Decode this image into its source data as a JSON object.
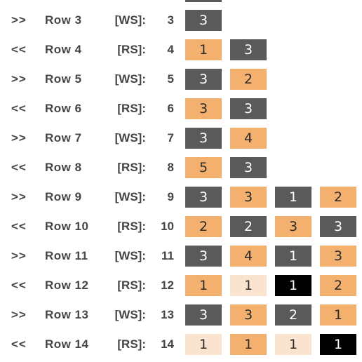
{
  "rows": [
    {
      "dir": ">>",
      "name": "Row 3",
      "side": "[WS]:",
      "num": "3",
      "cells": [
        {
          "v": "3",
          "c": "dark"
        }
      ]
    },
    {
      "dir": "<<",
      "name": "Row 4",
      "side": "[RS]:",
      "num": "4",
      "cells": [
        {
          "v": "1",
          "c": "orange"
        },
        {
          "v": "3",
          "c": "dark"
        }
      ]
    },
    {
      "dir": ">>",
      "name": "Row 5",
      "side": "[WS]:",
      "num": "5",
      "cells": [
        {
          "v": "3",
          "c": "dark"
        },
        {
          "v": "2",
          "c": "orange"
        }
      ]
    },
    {
      "dir": "<<",
      "name": "Row 6",
      "side": "[RS]:",
      "num": "6",
      "cells": [
        {
          "v": "3",
          "c": "orange"
        },
        {
          "v": "3",
          "c": "dark"
        }
      ]
    },
    {
      "dir": ">>",
      "name": "Row 7",
      "side": "[WS]:",
      "num": "7",
      "cells": [
        {
          "v": "3",
          "c": "dark"
        },
        {
          "v": "4",
          "c": "orange"
        }
      ]
    },
    {
      "dir": "<<",
      "name": "Row 8",
      "side": "[RS]:",
      "num": "8",
      "cells": [
        {
          "v": "5",
          "c": "orange"
        },
        {
          "v": "3",
          "c": "dark"
        }
      ]
    },
    {
      "dir": ">>",
      "name": "Row 9",
      "side": "[WS]:",
      "num": "9",
      "cells": [
        {
          "v": "3",
          "c": "dark"
        },
        {
          "v": "3",
          "c": "orange"
        },
        {
          "v": "1",
          "c": "dark"
        },
        {
          "v": "2",
          "c": "orange"
        }
      ]
    },
    {
      "dir": "<<",
      "name": "Row 10",
      "side": "[RS]:",
      "num": "10",
      "cells": [
        {
          "v": "2",
          "c": "orange"
        },
        {
          "v": "2",
          "c": "dark"
        },
        {
          "v": "3",
          "c": "orange"
        },
        {
          "v": "3",
          "c": "dark"
        }
      ]
    },
    {
      "dir": ">>",
      "name": "Row 11",
      "side": "[WS]:",
      "num": "11",
      "cells": [
        {
          "v": "3",
          "c": "dark"
        },
        {
          "v": "4",
          "c": "orange"
        },
        {
          "v": "1",
          "c": "dark"
        },
        {
          "v": "3",
          "c": "orange"
        }
      ]
    },
    {
      "dir": "<<",
      "name": "Row 12",
      "side": "[RS]:",
      "num": "12",
      "cells": [
        {
          "v": "1",
          "c": "orange"
        },
        {
          "v": "1",
          "c": "light"
        },
        {
          "v": "1",
          "c": "black"
        },
        {
          "v": "2",
          "c": "orange"
        }
      ]
    },
    {
      "dir": ">>",
      "name": "Row 13",
      "side": "[WS]:",
      "num": "13",
      "cells": [
        {
          "v": "3",
          "c": "dark"
        },
        {
          "v": "3",
          "c": "orange"
        },
        {
          "v": "2",
          "c": "dark"
        },
        {
          "v": "1",
          "c": "orange"
        }
      ]
    },
    {
      "dir": "<<",
      "name": "Row 14",
      "side": "[RS]:",
      "num": "14",
      "cells": [
        {
          "v": "1",
          "c": "light"
        },
        {
          "v": "1",
          "c": "orange"
        },
        {
          "v": "1",
          "c": "light"
        },
        {
          "v": "1",
          "c": "black"
        }
      ]
    }
  ],
  "colors": {
    "dark": "#5a5a5a",
    "orange": "#f4b06e",
    "light": "#fbe4cf",
    "black": "#000000"
  }
}
